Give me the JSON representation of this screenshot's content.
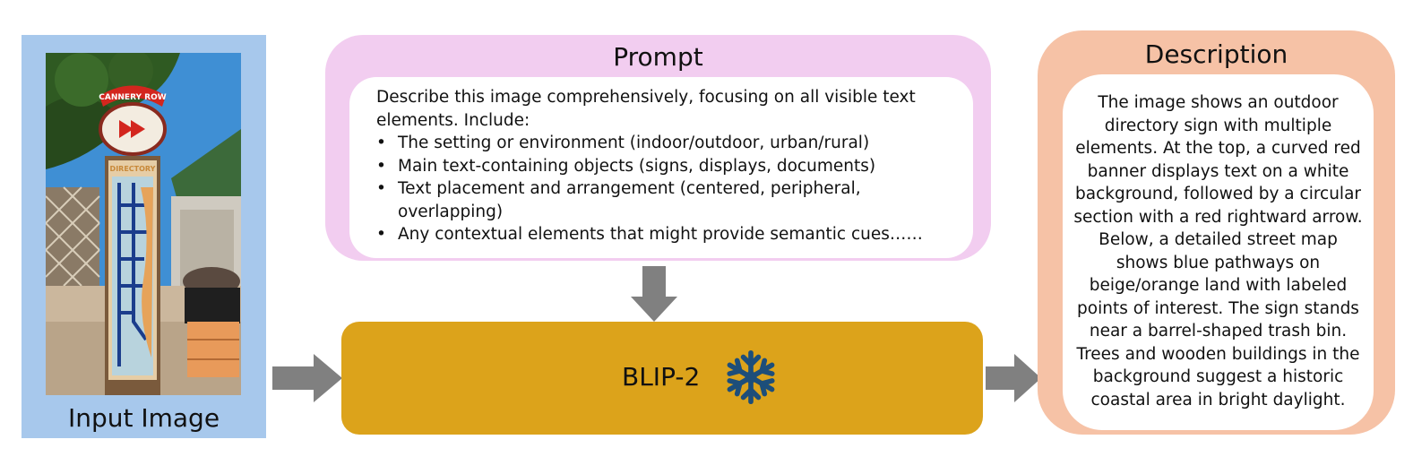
{
  "input": {
    "caption": "Input Image",
    "photo_sign_text": "CANNERY ROW",
    "photo_sign_subtext": "DIRECTORY"
  },
  "prompt": {
    "title": "Prompt",
    "intro": "Describe this image comprehensively, focusing on all visible text elements. Include:",
    "items": [
      "The setting or environment (indoor/outdoor, urban/rural)",
      "Main text-containing objects (signs, displays, documents)",
      "Text placement and arrangement (centered, peripheral, overlapping)",
      "Any contextual elements that might provide semantic cues……"
    ]
  },
  "model": {
    "label": "BLIP-2",
    "icon": "snowflake-icon"
  },
  "description": {
    "title": "Description",
    "text": "The image shows an outdoor directory sign with multiple elements. At the top, a curved red banner displays text on a white background, followed by a circular section with a red rightward arrow. Below, a detailed street map shows blue pathways on beige/orange land with labeled points of interest. The sign stands near a barrel-shaped trash bin. Trees and wooden buildings in the background suggest a historic coastal area in bright daylight."
  },
  "colors": {
    "input_panel": "#a7c8ec",
    "prompt_panel": "#f2cdf0",
    "model_block": "#dca31b",
    "description_panel": "#f6c2a6",
    "arrow": "#808080",
    "snowflake": "#1d4e7a"
  }
}
